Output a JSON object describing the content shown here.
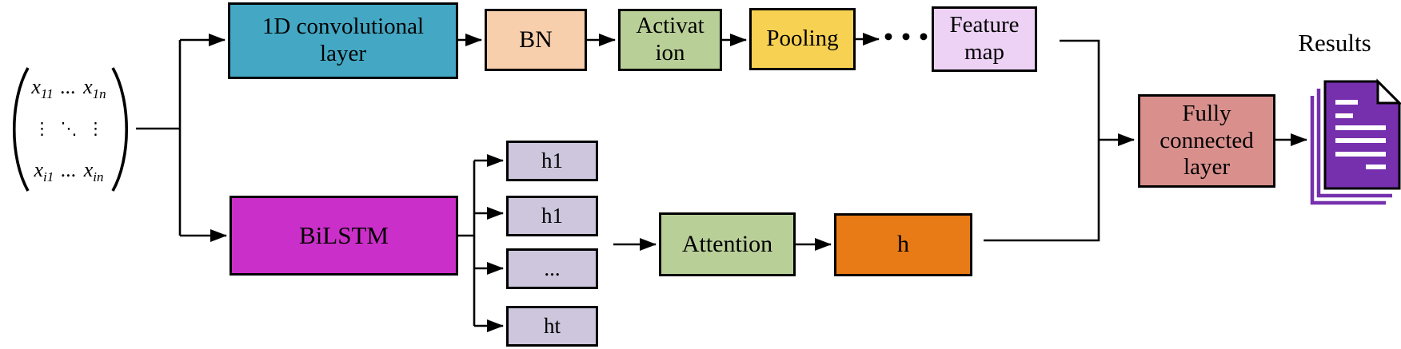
{
  "figure": {
    "matrix": {
      "open_paren": "(",
      "close_paren": ")",
      "row1": {
        "x1": "x",
        "sub1": "11",
        "dots": "...",
        "x2": "x",
        "sub2": "1n"
      },
      "row2": {
        "left": "⋮",
        "diag": "⋱",
        "right": "⋮"
      },
      "row3": {
        "x1": "x",
        "sub1": "i1",
        "dots": "...",
        "x2": "x",
        "sub2": "in"
      }
    },
    "boxes": {
      "conv": {
        "line1": "1D convolutional",
        "line2": "layer",
        "bg": "#44a8c4"
      },
      "bn": {
        "line1": "BN",
        "bg": "#f7cfad"
      },
      "activation": {
        "line1": "Activat",
        "line2": "ion",
        "bg": "#b9cf98"
      },
      "pooling": {
        "line1": "Pooling",
        "bg": "#f7d152"
      },
      "feature_map": {
        "line1": "Feature",
        "line2": "map",
        "bg": "#eed2f6"
      },
      "bilstm": {
        "line1": "BiLSTM",
        "bg": "#cb2fc9"
      },
      "attention": {
        "line1": "Attention",
        "bg": "#b9cf98"
      },
      "h": {
        "line1": "h",
        "bg": "#e87b16"
      },
      "fc": {
        "line1": "Fully",
        "line2": "connected",
        "line3": "layer",
        "bg": "#d9908d"
      }
    },
    "hidden_states": [
      {
        "label": "h1"
      },
      {
        "label": "h1"
      },
      {
        "label": "..."
      },
      {
        "label": "ht"
      }
    ],
    "hstate_bg": "#cdc6dd",
    "ellipsis": "•••",
    "results_label": "Results",
    "doc_color": "#7630ad"
  }
}
